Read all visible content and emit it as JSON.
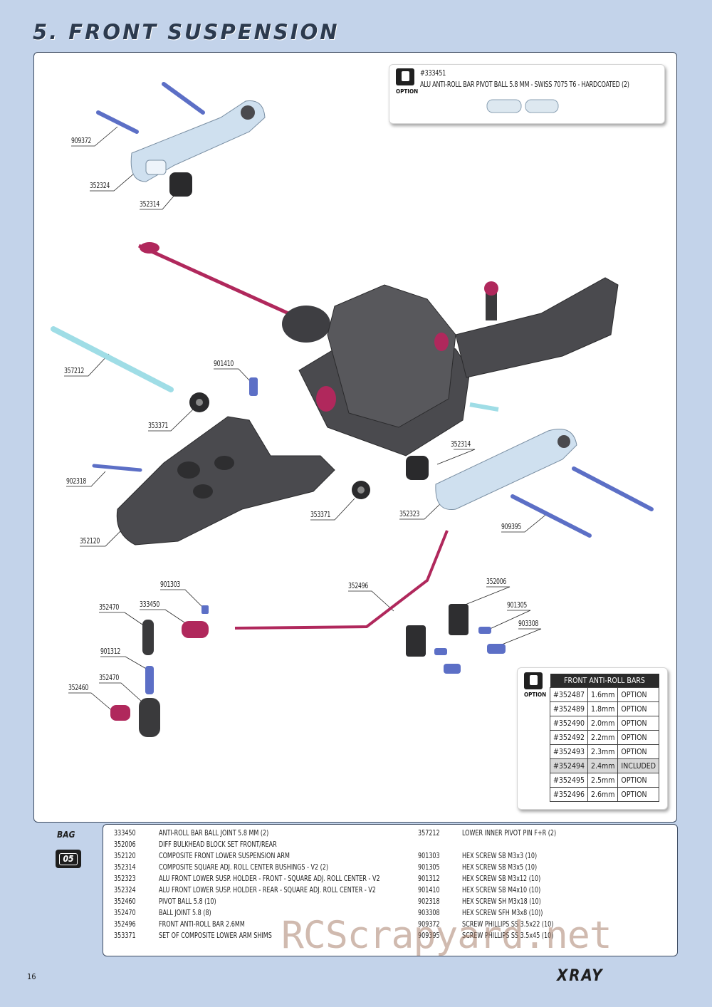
{
  "title": "5. FRONT SUSPENSION",
  "option_box": {
    "badge": "OPTION",
    "part_no": "#333451",
    "description": "ALU ANTI-ROLL BAR PIVOT BALL 5.8 MM - SWISS 7075 T6 - HARDCOATED (2)"
  },
  "callouts": [
    {
      "id": "909372"
    },
    {
      "id": "352324"
    },
    {
      "id": "352314"
    },
    {
      "id": "357212"
    },
    {
      "id": "901410"
    },
    {
      "id": "353371"
    },
    {
      "id": "902318"
    },
    {
      "id": "352120"
    },
    {
      "id": "353371"
    },
    {
      "id": "352314"
    },
    {
      "id": "352323"
    },
    {
      "id": "909395"
    },
    {
      "id": "901303"
    },
    {
      "id": "352470"
    },
    {
      "id": "333450"
    },
    {
      "id": "901312"
    },
    {
      "id": "352470"
    },
    {
      "id": "352460"
    },
    {
      "id": "352496"
    },
    {
      "id": "352006"
    },
    {
      "id": "901305"
    },
    {
      "id": "903308"
    }
  ],
  "anti_roll_bars": {
    "badge": "OPTION",
    "header": "FRONT ANTI-ROLL BARS",
    "rows": [
      {
        "part": "#352487",
        "size": "1.6mm",
        "status": "OPTION"
      },
      {
        "part": "#352489",
        "size": "1.8mm",
        "status": "OPTION"
      },
      {
        "part": "#352490",
        "size": "2.0mm",
        "status": "OPTION"
      },
      {
        "part": "#352492",
        "size": "2.2mm",
        "status": "OPTION"
      },
      {
        "part": "#352493",
        "size": "2.3mm",
        "status": "OPTION"
      },
      {
        "part": "#352494",
        "size": "2.4mm",
        "status": "INCLUDED"
      },
      {
        "part": "#352495",
        "size": "2.5mm",
        "status": "OPTION"
      },
      {
        "part": "#352496",
        "size": "2.6mm",
        "status": "OPTION"
      }
    ]
  },
  "bag": {
    "label": "BAG",
    "number": "05"
  },
  "parts_left": [
    {
      "no": "333450",
      "desc": "ANTI-ROLL BAR BALL JOINT 5.8 MM (2)"
    },
    {
      "no": "352006",
      "desc": "DIFF BULKHEAD BLOCK SET FRONT/REAR"
    },
    {
      "no": "352120",
      "desc": "COMPOSITE FRONT LOWER SUSPENSION ARM"
    },
    {
      "no": "352314",
      "desc": "COMPOSITE SQUARE ADJ. ROLL CENTER BUSHINGS - V2 (2)"
    },
    {
      "no": "352323",
      "desc": "ALU FRONT LOWER SUSP. HOLDER - FRONT - SQUARE ADJ. ROLL CENTER - V2"
    },
    {
      "no": "352324",
      "desc": "ALU FRONT LOWER SUSP. HOLDER - REAR - SQUARE ADJ. ROLL CENTER - V2"
    },
    {
      "no": "352460",
      "desc": "PIVOT BALL 5.8 (10)"
    },
    {
      "no": "352470",
      "desc": "BALL JOINT 5.8 (8)"
    },
    {
      "no": "352496",
      "desc": "FRONT ANTI-ROLL BAR 2.6MM"
    },
    {
      "no": "353371",
      "desc": "SET OF COMPOSITE LOWER ARM SHIMS"
    }
  ],
  "parts_right": [
    {
      "no": "357212",
      "desc": "LOWER INNER PIVOT PIN F+R  (2)"
    },
    {
      "no": "",
      "desc": ""
    },
    {
      "no": "901303",
      "desc": "HEX SCREW  SB M3x3  (10)"
    },
    {
      "no": "901305",
      "desc": "HEX SCREW  SB M3x5  (10)"
    },
    {
      "no": "901312",
      "desc": "HEX SCREW  SB M3x12  (10)"
    },
    {
      "no": "901410",
      "desc": "HEX SCREW  SB M4x10  (10)"
    },
    {
      "no": "902318",
      "desc": "HEX SCREW  SH M3x18  (10)"
    },
    {
      "no": "903308",
      "desc": "HEX SCREW  SFH M3x8  (10))"
    },
    {
      "no": "909372",
      "desc": "SCREW PHILLIPS SS 3.5x22  (10)"
    },
    {
      "no": "909395",
      "desc": "SCREW PHILLIPS SS 3.5x45  (10)"
    }
  ],
  "page_number": "16",
  "brand": "XRAY",
  "watermark": "RCScrapyard.net",
  "colors": {
    "background": "#c3d3ea",
    "border": "#3d4b61",
    "part_dark": "#4a4a4e",
    "part_alu": "#cfe0ef",
    "rod_pink": "#b0285c",
    "screw_blue": "#5c6fc6",
    "pin_cyan": "#9fdde6"
  }
}
